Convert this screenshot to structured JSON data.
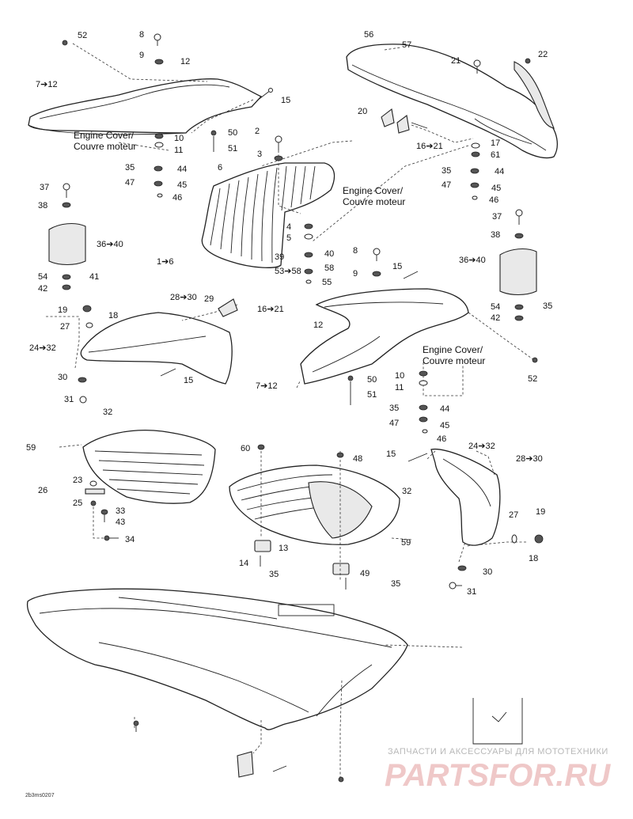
{
  "diagram": {
    "part_labels": [
      "52",
      "8",
      "9",
      "12",
      "7➔12",
      "15",
      "Engine Cover/",
      "Couvre moteur",
      "10",
      "11",
      "50",
      "51",
      "2",
      "3",
      "6",
      "35",
      "44",
      "47",
      "45",
      "46",
      "37",
      "38",
      "36➔40",
      "1➔6",
      "4",
      "5",
      "39",
      "40",
      "53➔58",
      "58",
      "55",
      "54",
      "42",
      "41",
      "56",
      "57",
      "21",
      "22",
      "20",
      "16➔21",
      "17",
      "61",
      "19",
      "18",
      "27",
      "24➔32",
      "28➔30",
      "29",
      "30",
      "31",
      "32",
      "59",
      "26",
      "25",
      "23",
      "43",
      "33",
      "34",
      "60",
      "48",
      "13",
      "14",
      "49"
    ]
  },
  "watermark": {
    "caption": "ЗАПЧАСТИ И АКСЕССУАРЫ ДЛЯ МОТОТЕХНИКИ",
    "logo": "PARTSFOR.RU"
  },
  "figure_code": "2b3ms0207"
}
